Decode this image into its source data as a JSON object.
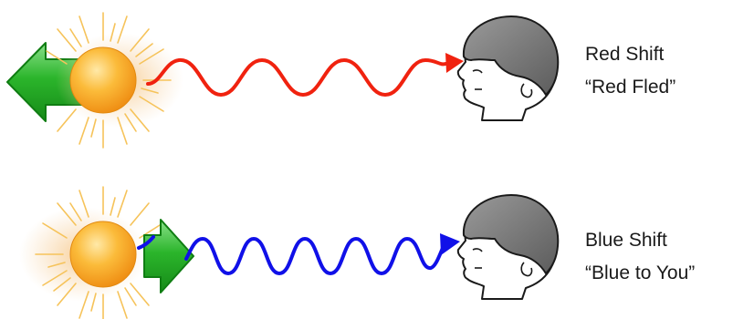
{
  "panels": [
    {
      "id": "red-shift",
      "title": "Red Shift",
      "mnemonic": "“Red Fled”",
      "wave_color": "#f0220f",
      "wave_cycles": 5,
      "motion_arrow": "left",
      "wavelength": "long"
    },
    {
      "id": "blue-shift",
      "title": "Blue Shift",
      "mnemonic": "“Blue to You”",
      "wave_color": "#1010e8",
      "wave_cycles": 7,
      "motion_arrow": "right",
      "wavelength": "short"
    }
  ],
  "colors": {
    "sun_core": "#f7a21b",
    "sun_highlight": "#ffe9a8",
    "sun_rays": "#f6c35a",
    "arrow_green": "#2bb52b",
    "arrow_dark": "#0f7d12",
    "head_hair": "#7a7a7a",
    "outline": "#1a1a1a"
  },
  "icons": [
    "sun-icon",
    "motion-arrow-icon",
    "light-wave",
    "observer-head-icon"
  ]
}
